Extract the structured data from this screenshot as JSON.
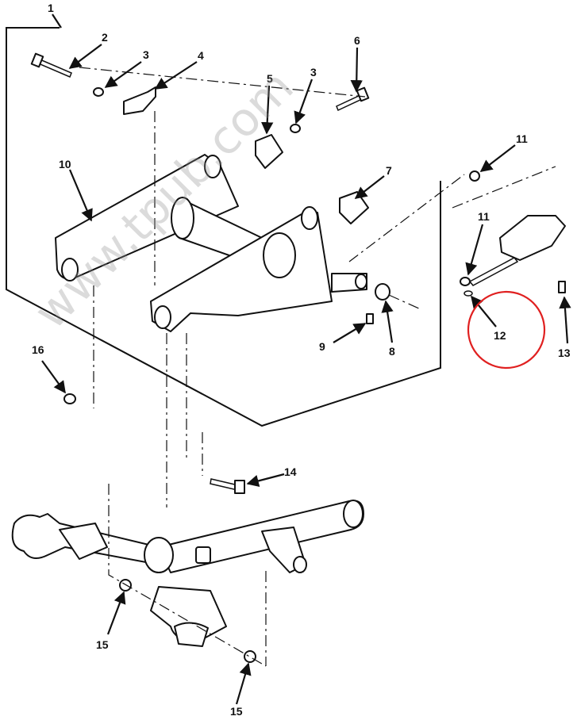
{
  "watermark": "www.tpub.com",
  "callouts": {
    "c1": "1",
    "c2": "2",
    "c3a": "3",
    "c3b": "3",
    "c4": "4",
    "c5": "5",
    "c6": "6",
    "c7": "7",
    "c8": "8",
    "c9": "9",
    "c10": "10",
    "c11a": "11",
    "c11b": "11",
    "c12": "12",
    "c13": "13",
    "c14": "14",
    "c15a": "15",
    "c15b": "15",
    "c16": "16"
  },
  "highlight": {
    "target_callout": "12",
    "color": "#e02020"
  },
  "colors": {
    "ink": "#111111",
    "paper": "#ffffff"
  }
}
